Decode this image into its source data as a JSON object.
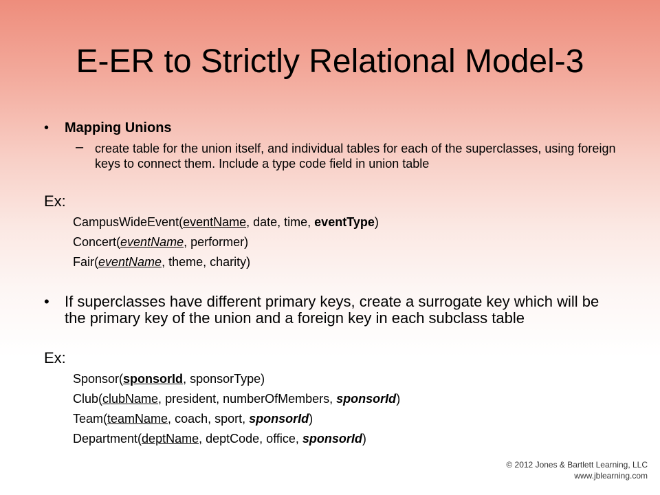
{
  "slide": {
    "title": "E-ER to Strictly Relational Model-3",
    "bullet_char": "•",
    "dash_char": "–",
    "section1": {
      "heading": "Mapping Unions",
      "description": "create table for the union itself, and individual tables for each of the superclasses, using foreign keys to connect them. Include a type code field in union table",
      "ex_label": "Ex:",
      "relations": [
        {
          "name": "CampusWideEvent(",
          "key": "eventName",
          "rest": ", date, time, ",
          "type_field": "eventType",
          "close": ")"
        },
        {
          "name": "Concert(",
          "key": "eventName",
          "rest": ", performer)"
        },
        {
          "name": "Fair(",
          "key": "eventName",
          "rest": ", theme, charity)"
        }
      ]
    },
    "section2": {
      "text": "If superclasses have different primary keys, create a surrogate key which will be the primary key of the union and a foreign key in each subclass table",
      "ex_label": "Ex:",
      "relations": [
        {
          "name": "Sponsor(",
          "key": "sponsorId",
          "rest": ", sponsorType)"
        },
        {
          "name": "Club(",
          "key": "clubName,",
          "rest": " president, numberOfMembers, ",
          "fk": "sponsorId",
          "close": ")"
        },
        {
          "name": "Team(",
          "key": "teamName,",
          "rest": " coach, sport, ",
          "fk": "sponsorId",
          "close": ")"
        },
        {
          "name": "Department(",
          "key": "deptName,",
          "rest": " deptCode, office, ",
          "fk": "sponsorId",
          "close": ")"
        }
      ]
    },
    "copyright": {
      "line1": "© 2012 Jones & Bartlett Learning, LLC",
      "line2": "www.jblearning.com"
    }
  }
}
